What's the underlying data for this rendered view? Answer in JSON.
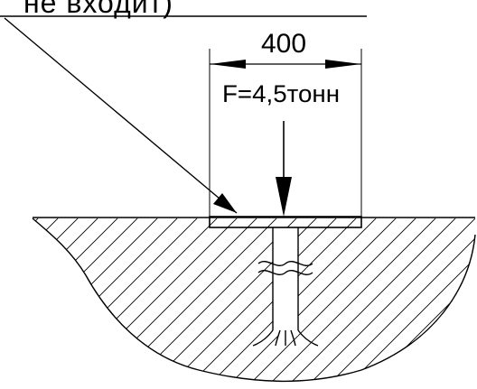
{
  "top_text": "не входит)",
  "dimension_value": "400",
  "force_label": "F=4,5тонн",
  "ink_color": "#000000",
  "background_color": "#ffffff"
}
